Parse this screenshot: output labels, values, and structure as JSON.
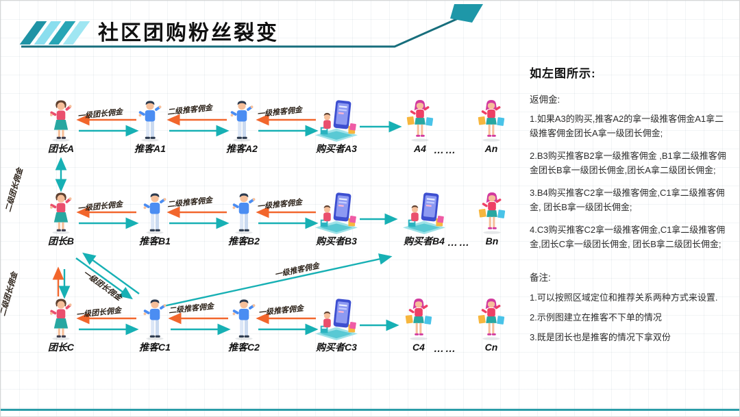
{
  "title": "社区团购粉丝裂变",
  "colors": {
    "teal_arrow": "#17b0b4",
    "orange_arrow": "#f2662c",
    "accent": "#1e97a8",
    "bottom_bar": "#2a9da8"
  },
  "nodes": {
    "leaderA": "团长A",
    "promoterA1": "推客A1",
    "promoterA2": "推客A2",
    "buyerA3": "购买者A3",
    "shopperA4": "A4",
    "dotsA": "……",
    "shopperAn": "An",
    "leaderB": "团长B",
    "promoterB1": "推客B1",
    "promoterB2": "推客B2",
    "buyerB3": "购买者B3",
    "buyerB4": "购买者B4",
    "dotsB": "……",
    "shopperBn": "Bn",
    "leaderC": "团长C",
    "promoterC1": "推客C1",
    "promoterC2": "推客C2",
    "buyerC3": "购买者C3",
    "shopperC4": "C4",
    "dotsC": "……",
    "shopperCn": "Cn"
  },
  "edges": {
    "rowA": {
      "e1": "一级团长佣金",
      "e2": "二级推客佣金",
      "e3": "一级推客佣金"
    },
    "rowB": {
      "e1": "一级团长佣金",
      "e2": "二级推客佣金",
      "e3": "一级推客佣金"
    },
    "rowC": {
      "e1": "一级团长佣金",
      "e2": "二级推客佣金",
      "e3": "一级推客佣金"
    },
    "vAB": "二级团长佣金",
    "vBC": "二级团长佣金",
    "dBC1": "一级团长佣金",
    "dC1B4": "一级推客佣金"
  },
  "panel": {
    "heading": "如左图所示:",
    "sub": "返佣金:",
    "items": [
      "1.如果A3的购买,推客A2的拿一级推客佣金A1拿二级推客佣金团长A拿一级团长佣金;",
      "2.B3购买推客B2拿一级推客佣金 ,B1拿二级推客佣金团长B拿一级团长佣金,团长A拿二级团长佣金;",
      "3.B4购买推客C2拿一级推客佣金,C1拿二级推客佣金,  团长B拿一级团长佣金;",
      "4.C3购买推客C2拿一级推客佣金,C1拿二级推客佣金,团长C拿一级团长佣金,  团长B拿二级团长佣金;"
    ],
    "note_heading": "备注:",
    "notes": [
      "1.可以按照区域定位和推荐关系两种方式来设置.",
      "2.示例图建立在推客不下单的情况",
      "3.既是团长也是推客的情况下拿双份"
    ]
  }
}
